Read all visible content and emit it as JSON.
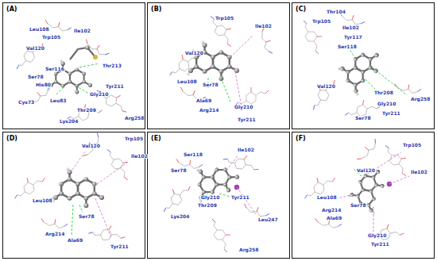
{
  "diagram": {
    "nodes": [
      {
        "text": [
          "(A)"
        ]
      },
      {
        "text": [
          "(B)"
        ]
      },
      {
        "text": [
          "(C)"
        ]
      },
      {
        "text": [
          "(D)"
        ]
      },
      {
        "text": [
          "(E)"
        ]
      },
      {
        "text": [
          "(F)"
        ]
      }
    ],
    "edges": [],
    "labels": [
      "Leu108",
      "Trp105",
      "Ile102",
      "Val120",
      "Thr213",
      "Ser116",
      "Ser78",
      "His80",
      "Tyr211",
      "Gly210",
      "Cys73",
      "Leu83",
      "Thr209",
      "Lys204",
      "Arg258",
      "Trp105",
      "Ile102",
      "Val120",
      "Leu108",
      "Ser78",
      "Ala69",
      "Arg214",
      "Gly210",
      "Tyr211",
      "Thr104",
      "Trp105",
      "Ile102",
      "Tyr117",
      "Ser118",
      "Val120",
      "Thr208",
      "Arg258",
      "Gly210",
      "Tyr211",
      "Ser78",
      "Val120",
      "Trp105",
      "Ile102",
      "Leu108",
      "Ser78",
      "Arg214",
      "Ala69",
      "Tyr211",
      "Ile102",
      "Ser118",
      "Ser78",
      "Gly210",
      "Tyr211",
      "Thr209",
      "Lys204",
      "Leu247",
      "Arg258",
      "Trp105",
      "Ile102",
      "Val120",
      "Leu108",
      "Arg214",
      "Ala69",
      "Ser78",
      "Gly210",
      "Tyr211"
    ]
  }
}
